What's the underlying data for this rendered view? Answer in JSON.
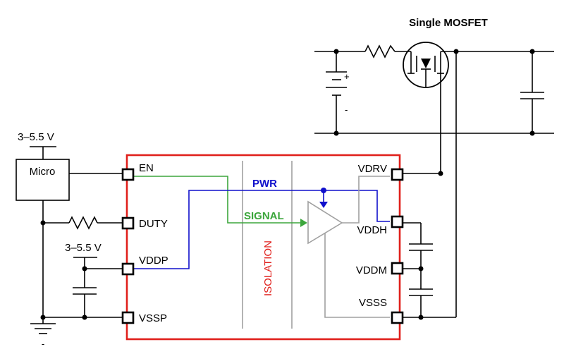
{
  "title": "Single MOSFET",
  "supply_top": "3–5.5 V",
  "supply_mid": "3–5.5 V",
  "micro": "Micro",
  "battery_plus": "+",
  "battery_minus": "-",
  "ground_minus": "-",
  "isolation": "ISOLATION",
  "pwr": "PWR",
  "signal": "SIGNAL",
  "pins_left": {
    "en": "EN",
    "duty": "DUTY",
    "vddp": "VDDP",
    "vssp": "VSSP"
  },
  "pins_right": {
    "vdrv": "VDRV",
    "vddh": "VDDH",
    "vddm": "VDDM",
    "vsss": "VSSS"
  },
  "colors": {
    "pwr": "#1010cc",
    "signal": "#3ca63c",
    "border": "#e0201c",
    "isolation_text": "#e0201c",
    "gray": "#a0a0a0"
  }
}
